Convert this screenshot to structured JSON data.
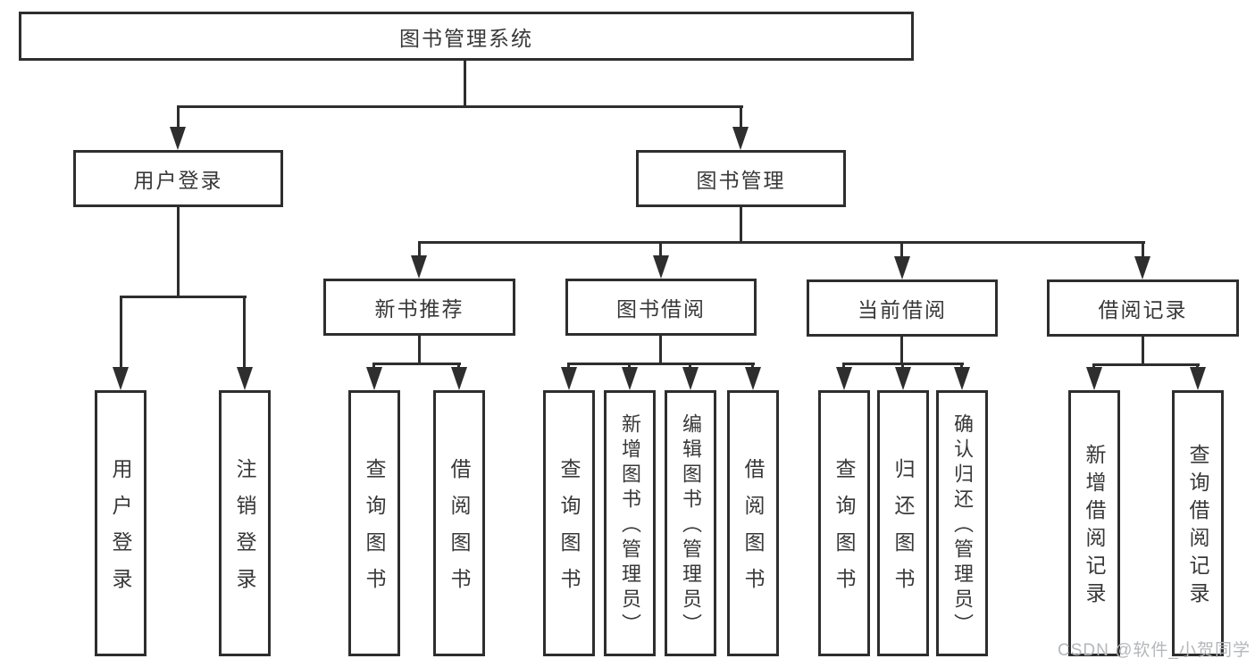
{
  "colors": {
    "background": "#ffffff",
    "line": "#2e2e2e",
    "box_border": "#2e2e2e",
    "text": "#383838",
    "watermark": "#b4b7bb"
  },
  "tree": {
    "label": "图书管理系统",
    "children": [
      {
        "label": "用户登录",
        "children": [
          {
            "label": "用户登录"
          },
          {
            "label": "注销登录"
          }
        ]
      },
      {
        "label": "图书管理",
        "children": [
          {
            "label": "新书推荐",
            "children": [
              {
                "label": "查询图书"
              },
              {
                "label": "借阅图书"
              }
            ]
          },
          {
            "label": "图书借阅",
            "children": [
              {
                "label": "查询图书"
              },
              {
                "label": "新增图书（管理员）"
              },
              {
                "label": "编辑图书（管理员）"
              },
              {
                "label": "借阅图书"
              }
            ]
          },
          {
            "label": "当前借阅",
            "children": [
              {
                "label": "查询图书"
              },
              {
                "label": "归还图书"
              },
              {
                "label": "确认归还（管理员）"
              }
            ]
          },
          {
            "label": "借阅记录",
            "children": [
              {
                "label": "新增借阅记录"
              },
              {
                "label": "查询借阅记录"
              }
            ]
          }
        ]
      }
    ]
  },
  "watermark": {
    "text": "CSDN @软件_小贺同学"
  }
}
